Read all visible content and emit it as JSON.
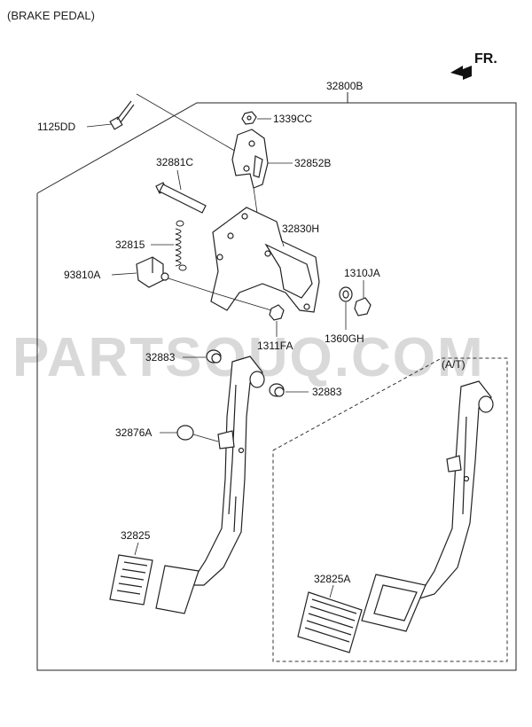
{
  "header": {
    "title": "(BRAKE PEDAL)"
  },
  "orientation": {
    "label": "FR.",
    "icon": "arrow-forward-icon"
  },
  "watermark": "PARTSOUQ.COM",
  "options": {
    "at_label": "(A/T)"
  },
  "parts": {
    "p32800B": "32800B",
    "p1125DD": "1125DD",
    "p1339CC": "1339CC",
    "p32852B": "32852B",
    "p32881C": "32881C",
    "p32830H": "32830H",
    "p32815": "32815",
    "p93810A": "93810A",
    "p1310JA": "1310JA",
    "p1360GH": "1360GH",
    "p1311FA": "1311FA",
    "p32883a": "32883",
    "p32883b": "32883",
    "p32876A": "32876A",
    "p32825": "32825",
    "p32825A": "32825A"
  }
}
